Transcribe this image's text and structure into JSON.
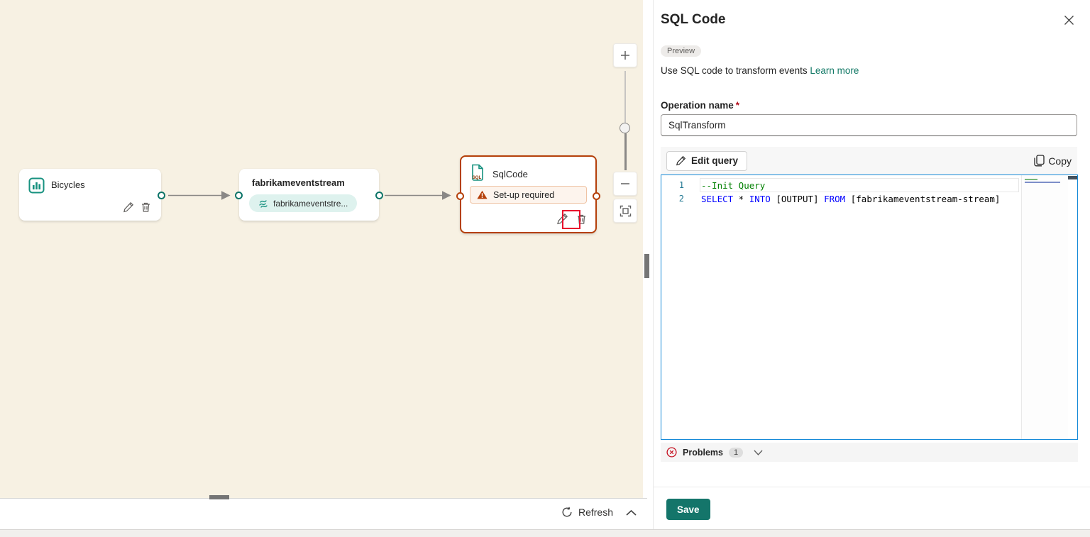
{
  "canvas": {
    "nodes": {
      "bicycles": {
        "title": "Bicycles"
      },
      "eventstream": {
        "title": "fabrikameventstream",
        "substream_label": "fabrikameventstre..."
      },
      "sqlcode": {
        "title": "SqlCode",
        "warning": "Set-up required"
      }
    },
    "refresh_label": "Refresh"
  },
  "panel": {
    "title": "SQL Code",
    "preview_badge": "Preview",
    "description": "Use SQL code to transform events ",
    "learn_more": "Learn more",
    "operation_name": {
      "label": "Operation name",
      "required_mark": "*",
      "value": "SqlTransform"
    },
    "toolbar": {
      "edit_query": "Edit query",
      "copy": "Copy"
    },
    "editor": {
      "lines": [
        {
          "number": "1",
          "tokens": [
            {
              "type": "comment",
              "text": "--Init Query"
            }
          ]
        },
        {
          "number": "2",
          "tokens": [
            {
              "type": "keyword",
              "text": "SELECT"
            },
            {
              "type": "plain",
              "text": " * "
            },
            {
              "type": "keyword",
              "text": "INTO"
            },
            {
              "type": "plain",
              "text": " [OUTPUT] "
            },
            {
              "type": "keyword",
              "text": "FROM"
            },
            {
              "type": "plain",
              "text": " [fabrikameventstream-stream]"
            }
          ]
        }
      ]
    },
    "problems": {
      "label": "Problems",
      "count": "1"
    },
    "save_label": "Save"
  },
  "colors": {
    "canvas_bg": "#F7F1E3",
    "teal": "#0E7569",
    "teal_pill_bg": "#DEF2EE",
    "orange": "#B5400A",
    "warning_pill_bg": "#FDF4ED",
    "highlight_red": "#E8112D",
    "editor_border_blue": "#1489D8",
    "save_teal": "#14756A",
    "link_teal": "#117865",
    "comment_green": "#008000",
    "keyword_blue": "#0000FF",
    "problems_red": "#C50F1F"
  }
}
